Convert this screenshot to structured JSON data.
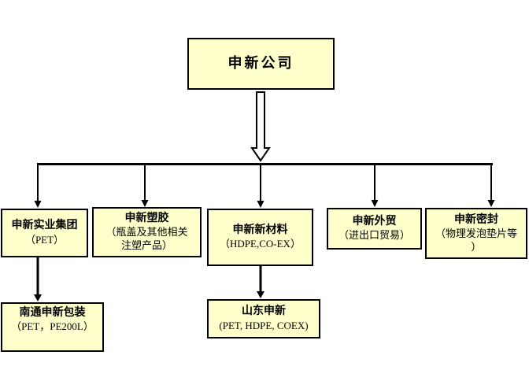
{
  "colors": {
    "background": "#ffffff",
    "box_fill": "#FFFFCC",
    "box_border": "#000000",
    "line": "#000000"
  },
  "chart_data": {
    "type": "table",
    "title": "申新公司组织结构图",
    "hierarchy": {
      "root": "申新公司",
      "children": [
        {
          "name": "申新实业集团",
          "detail": "（PET）",
          "children": [
            {
              "name": "南通申新包装",
              "detail": "（PET，PE200L）"
            }
          ]
        },
        {
          "name": "申新塑胶",
          "detail": "（瓶盖及其他相关注塑产品）",
          "children": []
        },
        {
          "name": "申新新材料",
          "detail": "（HDPE,CO-EX）",
          "children": [
            {
              "name": "山东申新",
              "detail": "(PET, HDPE, COEX)"
            }
          ]
        },
        {
          "name": "申新外贸",
          "detail": "（进出口贸易）",
          "children": []
        },
        {
          "name": "申新密封",
          "detail": "（物理发泡垫片等）",
          "children": []
        }
      ]
    }
  },
  "root": {
    "title": "申新公司"
  },
  "level2": [
    {
      "name": "申新实业集团",
      "detail_lines": [
        "（PET）"
      ]
    },
    {
      "name": "申新塑胶",
      "detail_lines": [
        "（瓶盖及其他相关",
        "注塑产品）"
      ]
    },
    {
      "name": "申新新材料",
      "detail_lines": [
        "（HDPE,CO-EX）"
      ]
    },
    {
      "name": "申新外贸",
      "detail_lines": [
        "（进出口贸易）"
      ]
    },
    {
      "name": "申新密封",
      "detail_lines": [
        "（物理发泡垫片等",
        "）"
      ]
    }
  ],
  "level3": [
    {
      "name": "南通申新包装",
      "detail_lines": [
        "（PET，PE200L）"
      ]
    },
    {
      "name": "山东申新",
      "detail_lines": [
        "(PET, HDPE, COEX)"
      ]
    }
  ]
}
